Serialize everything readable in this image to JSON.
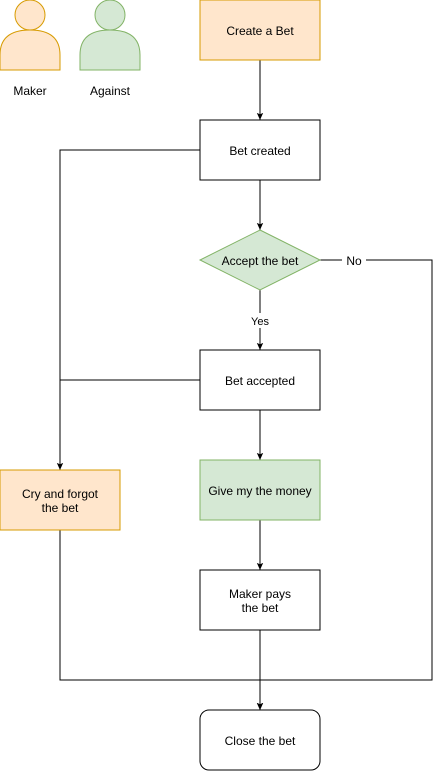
{
  "colors": {
    "orange_fill": "#ffe6cc",
    "orange_stroke": "#d79b00",
    "green_fill": "#d5e8d4",
    "green_stroke": "#82b366",
    "line": "#000000",
    "white": "#ffffff"
  },
  "actors": {
    "maker": {
      "label": "Maker",
      "icon": "person-icon"
    },
    "against": {
      "label": "Against",
      "icon": "person-icon"
    }
  },
  "nodes": {
    "create_bet": "Create a Bet",
    "bet_created": "Bet created",
    "accept_bet": "Accept the bet",
    "bet_accepted": "Bet accepted",
    "give_money": "Give my the money",
    "cry_line1": "Cry and forgot",
    "cry_line2": "the bet",
    "maker_pays_line1": "Maker pays",
    "maker_pays_line2": "the bet",
    "close_bet": "Close the bet"
  },
  "edge_labels": {
    "yes": "Yes",
    "no": "No"
  }
}
